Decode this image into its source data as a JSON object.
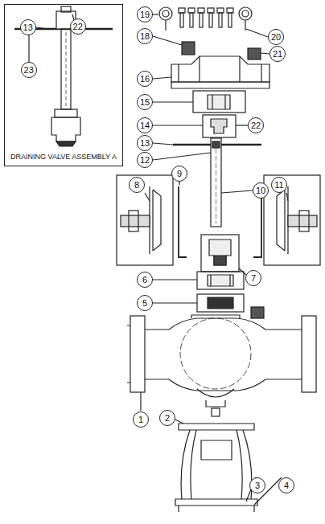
{
  "diagram": {
    "nodes": [
      {
        "text": [
          "DRAINING VALVE ASSEMBLY A"
        ]
      },
      {
        "text": [
          "13"
        ],
        "in": 0
      },
      {
        "text": [
          "22"
        ],
        "in": 0
      },
      {
        "text": [
          "23"
        ],
        "in": 0
      },
      {
        "text": [
          "19"
        ]
      },
      {
        "text": [
          "18"
        ]
      },
      {
        "text": [
          "20"
        ]
      },
      {
        "text": [
          "21"
        ]
      },
      {
        "text": [
          "16"
        ]
      },
      {
        "text": [
          "15"
        ]
      },
      {
        "text": [
          "14"
        ]
      },
      {
        "text": [
          "22"
        ]
      },
      {
        "text": [
          "13"
        ]
      },
      {
        "text": [
          "12"
        ]
      },
      {
        "text": [
          "9"
        ]
      },
      {
        "text": [
          "8"
        ]
      },
      {
        "text": [
          "10"
        ]
      },
      {
        "text": [
          "11"
        ]
      },
      {
        "text": [
          "7"
        ]
      },
      {
        "text": [
          "6"
        ]
      },
      {
        "text": [
          "5"
        ]
      },
      {
        "text": [
          "1"
        ]
      },
      {
        "text": [
          "2"
        ]
      },
      {
        "text": [
          "3"
        ]
      },
      {
        "text": [
          "4"
        ]
      }
    ],
    "edges": []
  }
}
